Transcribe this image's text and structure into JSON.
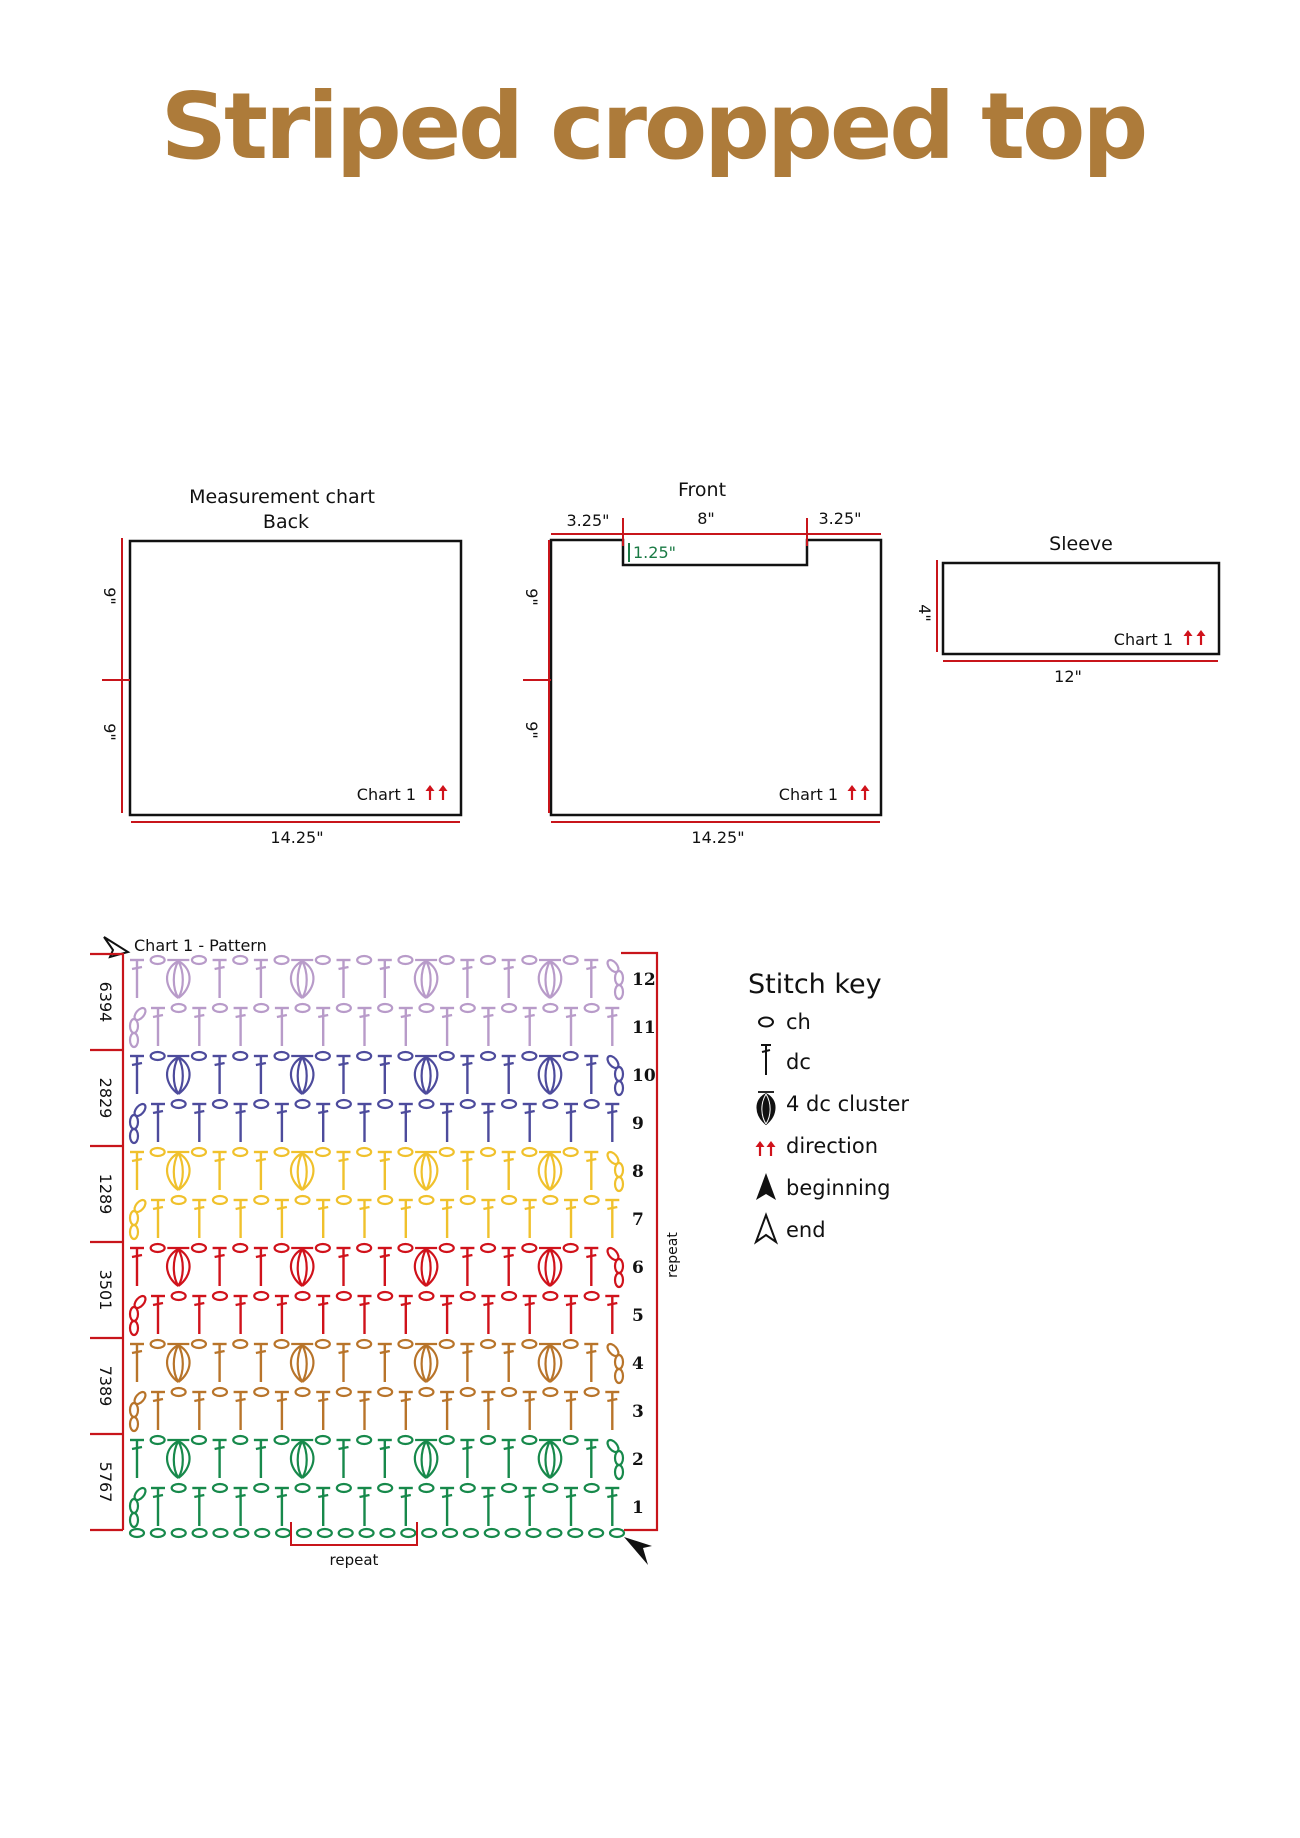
{
  "title": "Striped cropped top",
  "colors": {
    "title": "#ad7b3a",
    "dimension": "#c8151b",
    "neck": "#1a7a44",
    "outline": "#111111"
  },
  "measurement": {
    "heading": "Measurement chart",
    "back": {
      "label": "Back",
      "height_top": "9\"",
      "height_bottom": "9\"",
      "width": "14.25\"",
      "chart_ref": "Chart 1"
    },
    "front": {
      "label": "Front",
      "shoulder_left": "3.25\"",
      "neck_width": "8\"",
      "shoulder_right": "3.25\"",
      "neck_depth": "1.25\"",
      "height_top": "9\"",
      "height_bottom": "9\"",
      "width": "14.25\"",
      "chart_ref": "Chart 1"
    },
    "sleeve": {
      "label": "Sleeve",
      "height": "4\"",
      "width": "12\"",
      "chart_ref": "Chart 1"
    }
  },
  "pattern": {
    "title": "Chart 1 - Pattern",
    "repeat_h": "repeat",
    "repeat_v": "repeat",
    "foundation_chains": 24,
    "stripes": [
      {
        "code": "5767",
        "color": "#17894b",
        "rows": [
          "1",
          "2"
        ]
      },
      {
        "code": "7389",
        "color": "#b8742a",
        "rows": [
          "3",
          "4"
        ]
      },
      {
        "code": "3501",
        "color": "#d0121b",
        "rows": [
          "5",
          "6"
        ]
      },
      {
        "code": "1289",
        "color": "#f0c12c",
        "rows": [
          "7",
          "8"
        ]
      },
      {
        "code": "2829",
        "color": "#4d4b9c",
        "rows": [
          "9",
          "10"
        ]
      },
      {
        "code": "6394",
        "color": "#b89bc9",
        "rows": [
          "11",
          "12"
        ]
      }
    ]
  },
  "stitch_key": {
    "heading": "Stitch key",
    "items": [
      {
        "icon": "chain-icon",
        "label": "ch"
      },
      {
        "icon": "double-crochet-icon",
        "label": "dc"
      },
      {
        "icon": "cluster-icon",
        "label": "4 dc cluster"
      },
      {
        "icon": "direction-arrows-icon",
        "label": "direction"
      },
      {
        "icon": "beginning-arrow-icon",
        "label": "beginning"
      },
      {
        "icon": "end-arrow-icon",
        "label": "end"
      }
    ]
  }
}
